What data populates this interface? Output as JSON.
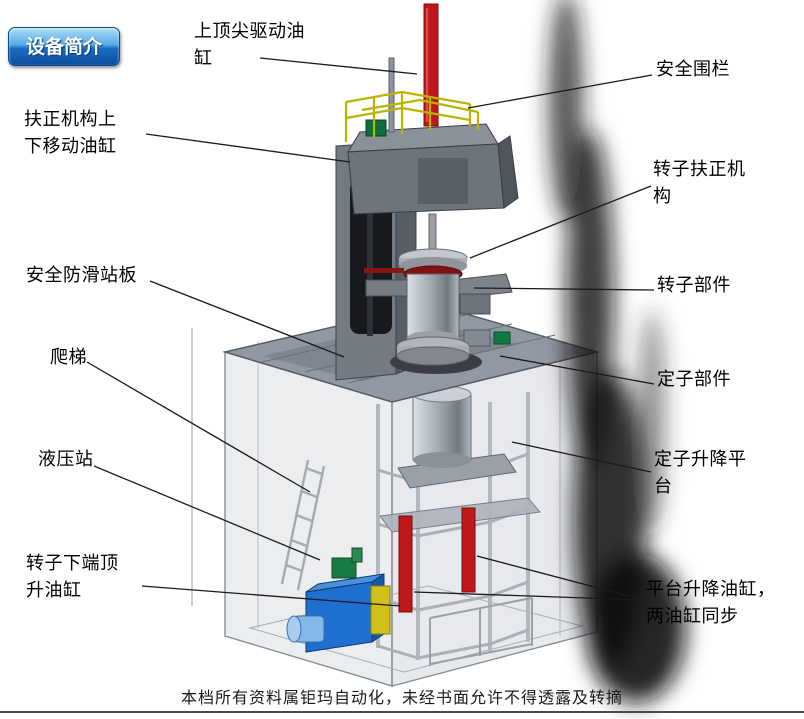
{
  "badge": {
    "text": "设备简介"
  },
  "labels": [
    {
      "id": "top-center-drive-cylinder",
      "text": "上顶尖驱动油\n缸"
    },
    {
      "id": "safety-fence",
      "text": "安全围栏"
    },
    {
      "id": "centering-mechanism-lift-cylinder",
      "text": "扶正机构上\n下移动油缸"
    },
    {
      "id": "rotor-centering-mechanism",
      "text": "转子扶正机\n构"
    },
    {
      "id": "anti-slip-standing-plate",
      "text": "安全防滑站板"
    },
    {
      "id": "rotor-component",
      "text": "转子部件"
    },
    {
      "id": "ladder",
      "text": "爬梯"
    },
    {
      "id": "stator-component",
      "text": "定子部件"
    },
    {
      "id": "hydraulic-station",
      "text": "液压站"
    },
    {
      "id": "stator-lift-platform",
      "text": "定子升降平\n台"
    },
    {
      "id": "rotor-bottom-jack-cylinder",
      "text": "转子下端顶\n升油缸"
    },
    {
      "id": "platform-lift-cylinders",
      "text": "平台升降油缸，\n两油缸同步"
    }
  ],
  "footer": {
    "text": "本档所有资料属钜玛自动化，未经书面允许不得透露及转摘"
  },
  "colors": {
    "badge_blue": "#1565c0",
    "cylinder_red": "#c01818",
    "railing_yellow": "#b9b400",
    "hydraulic_blue": "#1d6fd0",
    "frame_gray": "#9099a2",
    "leader_line": "#1a1a1a"
  }
}
